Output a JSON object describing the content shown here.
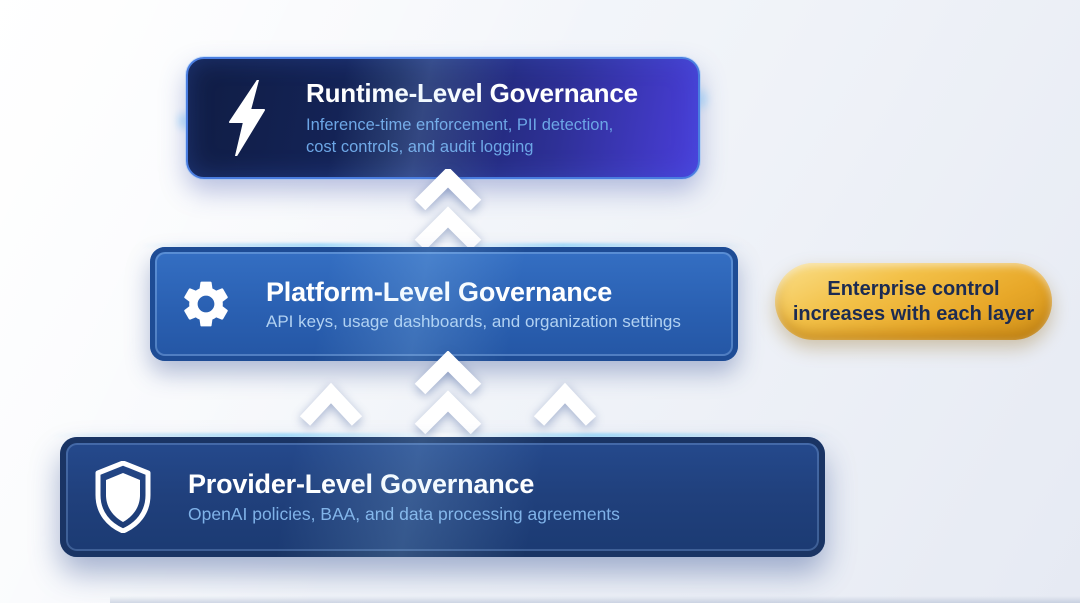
{
  "diagram": {
    "layers": [
      {
        "name": "runtime",
        "icon": "lightning-icon",
        "title": "Runtime-Level Governance",
        "subtitle_line1": "Inference-time enforcement, PII detection,",
        "subtitle_line2": "cost controls, and audit logging"
      },
      {
        "name": "platform",
        "icon": "gear-icon",
        "title": "Platform-Level Governance",
        "subtitle": "API keys, usage dashboards, and organization settings"
      },
      {
        "name": "provider",
        "icon": "shield-icon",
        "title": "Provider-Level Governance",
        "subtitle": "OpenAI policies, BAA, and data processing agreements"
      }
    ],
    "badge": {
      "line1": "Enterprise control",
      "line2": "increases with each layer"
    },
    "arrows": {
      "between_platform_and_runtime": [
        "double-up-chevron"
      ],
      "between_provider_and_platform": [
        "single-up-chevron",
        "double-up-chevron",
        "single-up-chevron"
      ]
    },
    "colors": {
      "runtime_gradient_start": "#101d44",
      "runtime_gradient_end": "#4a3eda",
      "runtime_border": "#4a7de0",
      "platform_body": "#2a60b2",
      "platform_frame": "#1e4c95",
      "provider_body": "#20407c",
      "provider_frame": "#1a3464",
      "badge_gold": "#eeb62f",
      "badge_text": "#1c2b52",
      "arrow_color": "#ffffff",
      "runtime_subtitle": "#6ca6e6",
      "platform_subtitle": "#b1d1f2",
      "provider_subtitle": "#7fb2e8"
    }
  }
}
